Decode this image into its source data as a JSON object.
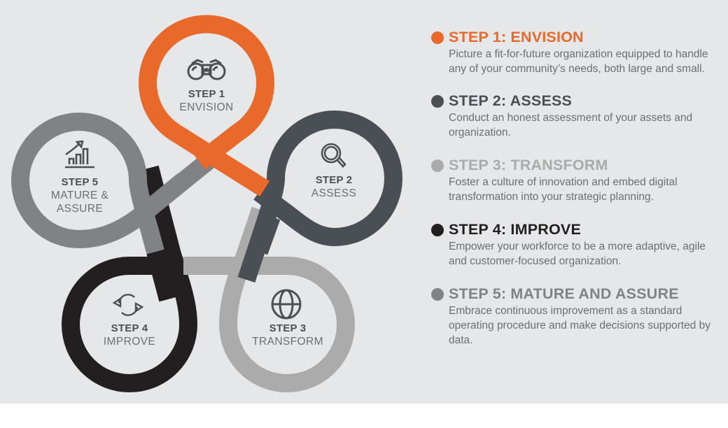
{
  "colors": {
    "background": "#E6E7E8",
    "step1": "#E8692A",
    "step2": "#4A4F55",
    "step3": "#ABABAB",
    "step4": "#231F20",
    "step5": "#808285",
    "label_text": "#6D6E71"
  },
  "diagram": {
    "loops": [
      {
        "step": "STEP 1",
        "name": "ENVISION",
        "icon": "binoculars-icon"
      },
      {
        "step": "STEP 2",
        "name": "ASSESS",
        "icon": "magnifier-icon"
      },
      {
        "step": "STEP 3",
        "name": "TRANSFORM",
        "icon": "globe-icon"
      },
      {
        "step": "STEP 4",
        "name": "IMPROVE",
        "icon": "refresh-cycle-icon"
      },
      {
        "step": "STEP 5",
        "name_line1": "MATURE &",
        "name_line2": "ASSURE",
        "icon": "growth-chart-icon"
      }
    ]
  },
  "legend": {
    "items": [
      {
        "title": "STEP 1: ENVISION",
        "description": "Picture a fit-for-future organization equipped to handle any of your community’s needs, both large and small."
      },
      {
        "title": "STEP 2: ASSESS",
        "description": "Conduct an honest assessment of your assets and organization."
      },
      {
        "title": "STEP 3: TRANSFORM",
        "description": "Foster a culture of innovation and embed digital transformation into your strategic planning."
      },
      {
        "title": "STEP 4: IMPROVE",
        "description": "Empower your workforce to be a more adaptive, agile and customer-focused organization."
      },
      {
        "title": "STEP 5: MATURE AND ASSURE",
        "description": "Embrace continuous improvement as a standard operating procedure and make decisions supported by data."
      }
    ]
  }
}
